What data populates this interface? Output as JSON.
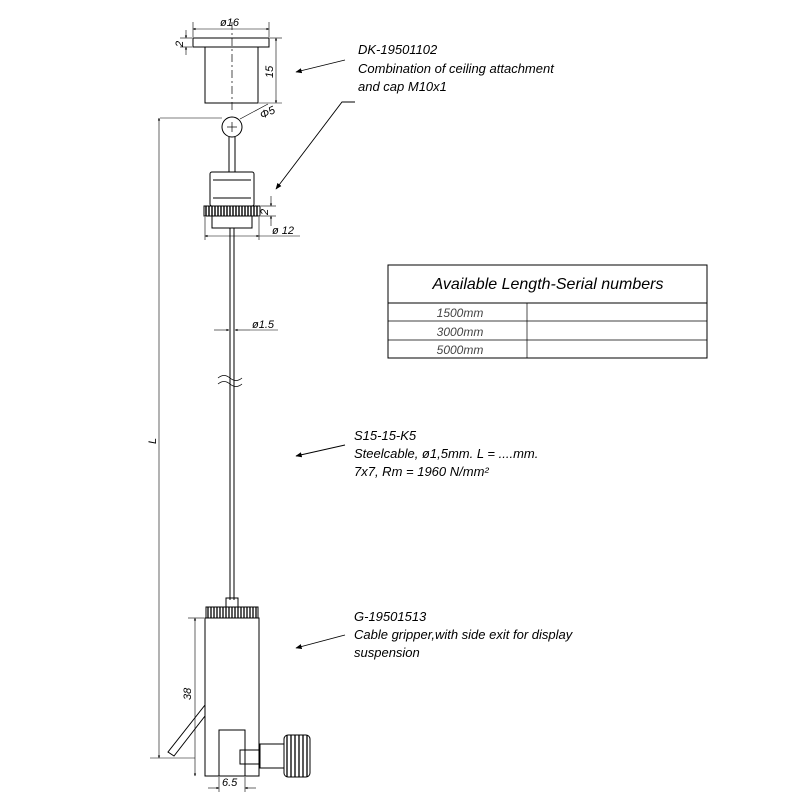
{
  "callouts": {
    "cap": {
      "code": "DK-19501102",
      "line1": "Combination of ceiling attachment",
      "line2": "and cap M10x1"
    },
    "cable": {
      "code": "S15-15-K5",
      "line1": "Steelcable, ø1,5mm. L = ....mm.",
      "line2": "7x7, Rm = 1960 N/mm²"
    },
    "gripper": {
      "code": "G-19501513",
      "line1": "Cable gripper,with side exit for display",
      "line2": "suspension"
    }
  },
  "dimensions": {
    "cap_diameter": "ø16",
    "cap_flange": "2",
    "cap_height": "15",
    "ball_diameter": "Φ5",
    "nut_flange": "2",
    "nut_diameter": "ø 12",
    "cable_diameter": "ø1.5",
    "length": "L",
    "gripper_height": "38",
    "gripper_slot": "6.5"
  },
  "table": {
    "title": "Available Length-Serial numbers",
    "rows": [
      {
        "length": "1500mm",
        "serial": ""
      },
      {
        "length": "3000mm",
        "serial": ""
      },
      {
        "length": "5000mm",
        "serial": ""
      }
    ]
  }
}
